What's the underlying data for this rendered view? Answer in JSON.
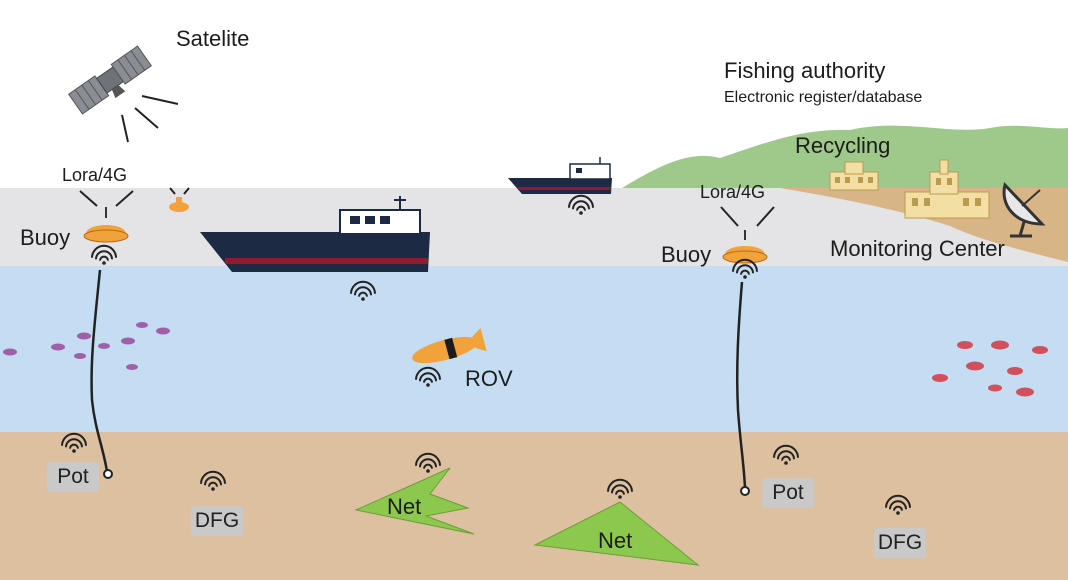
{
  "labels": {
    "satellite": "Satelite",
    "authority_title": "Fishing authority",
    "authority_sub": "Electronic register/database",
    "recycling": "Recycling",
    "lora_left": "Lora/4G",
    "lora_right": "Lora/4G",
    "buoy_left": "Buoy",
    "buoy_right": "Buoy",
    "monitoring": "Monitoring Center",
    "rov": "ROV",
    "pot_left": "Pot",
    "pot_right": "Pot",
    "dfg_left": "DFG",
    "dfg_right": "DFG",
    "net_left": "Net",
    "net_right": "Net"
  },
  "colors": {
    "sky": "#e4e4e6",
    "water": "#c5ddf2",
    "seabed": "#dcc0a0",
    "hills": "#9fc98a",
    "net": "#8cc84d",
    "buoy": "#f2a23a",
    "hull": "#1c2a44",
    "hull_stripe": "#8b1e2c",
    "rov": "#f2a23a",
    "fish_left": "#a060a8",
    "fish_right": "#d0505c",
    "building": "#f3dfa3"
  }
}
